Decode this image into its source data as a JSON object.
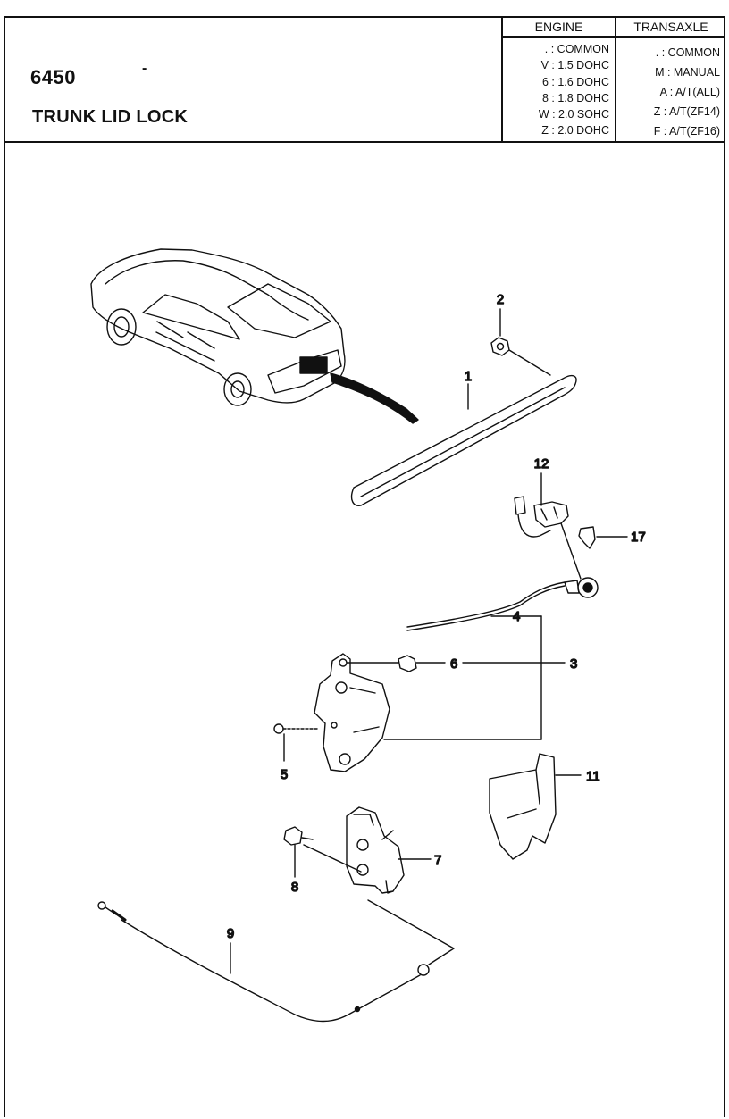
{
  "header": {
    "part_number": "6450",
    "dash_mark": "-",
    "title": "TRUNK LID LOCK"
  },
  "engine": {
    "heading": "ENGINE",
    "rows": [
      ". : COMMON",
      "V : 1.5 DOHC",
      "6 : 1.6 DOHC",
      "8 : 1.8 DOHC",
      "W : 2.0 SOHC",
      "Z : 2.0 DOHC"
    ]
  },
  "transaxle": {
    "heading": "TRANSAXLE",
    "rows": [
      ". : COMMON",
      "M : MANUAL",
      "A : A/T(ALL)",
      "Z : A/T(ZF14)",
      "F : A/T(ZF16)"
    ]
  },
  "callouts": {
    "c1": "1",
    "c2": "2",
    "c3": "3",
    "c4": "4",
    "c5": "5",
    "c6": "6",
    "c7": "7",
    "c8": "8",
    "c9": "9",
    "c11": "11",
    "c12": "12",
    "c17": "17"
  }
}
